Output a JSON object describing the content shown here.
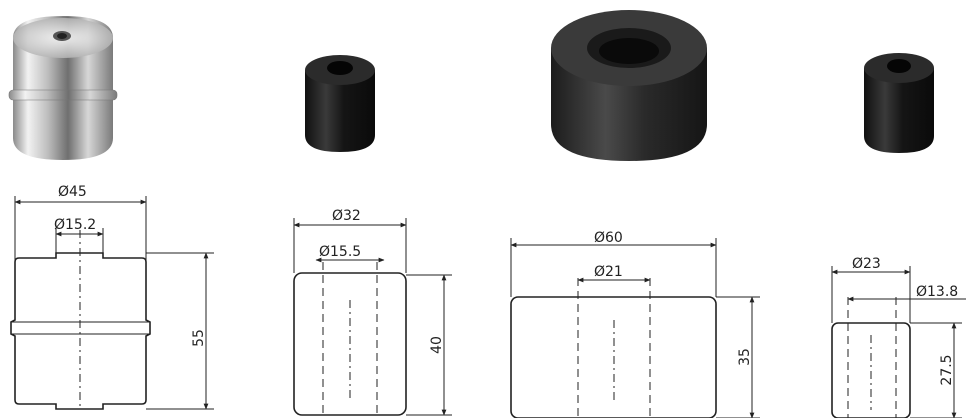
{
  "products": [
    {
      "id": "steel-float",
      "photo_icon": "stainless-steel-float-photo",
      "outer_diameter": "Ø45",
      "inner_diameter": "Ø15.2",
      "height": "55"
    },
    {
      "id": "small-rubber-float",
      "photo_icon": "black-cylinder-float-photo",
      "outer_diameter": "Ø32",
      "inner_diameter": "Ø15.5",
      "height": "40"
    },
    {
      "id": "large-rubber-float",
      "photo_icon": "black-ring-float-photo",
      "outer_diameter": "Ø60",
      "inner_diameter": "Ø21",
      "height": "35"
    },
    {
      "id": "mini-rubber-float",
      "photo_icon": "black-mini-float-photo",
      "outer_diameter": "Ø23",
      "inner_diameter": "Ø13.8",
      "height": "27.5"
    }
  ],
  "colors": {
    "line": "#222222",
    "steel": "#c9c9c9",
    "rubber": "#1e1e1e"
  }
}
